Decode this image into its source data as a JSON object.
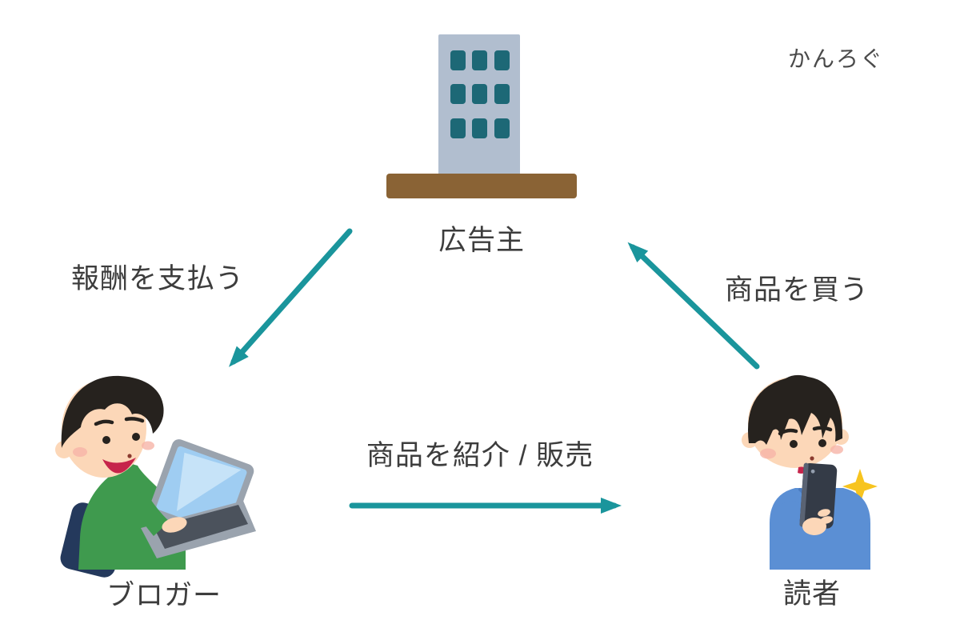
{
  "watermark": "かんろぐ",
  "nodes": {
    "advertiser": {
      "label": "広告主",
      "icon": "office-building-icon"
    },
    "blogger": {
      "label": "ブロガー",
      "icon": "blogger-at-laptop-icon"
    },
    "reader": {
      "label": "読者",
      "icon": "reader-with-smartphone-icon"
    }
  },
  "edges": {
    "pay": {
      "label": "報酬を支払う",
      "from": "advertiser",
      "to": "blogger"
    },
    "promote": {
      "label": "商品を紹介 / 販売",
      "from": "blogger",
      "to": "reader"
    },
    "buy": {
      "label": "商品を買う",
      "from": "reader",
      "to": "advertiser"
    }
  },
  "colors": {
    "background": "#ffffff",
    "arrow": "#1a959c",
    "text": "#3d3d3d",
    "watermark": "#4a4a4a",
    "building-body": "#b1becf",
    "building-window": "#1d6876",
    "ground": "#8a6335",
    "hair": "#26221e",
    "skin": "#fcd7b8",
    "blush": "#f6b4a8",
    "sweater-green": "#3f9a4e",
    "shirt-blue": "#5b8fd4",
    "chair-navy": "#24395c",
    "laptop-gray": "#9aa3ae",
    "laptop-screen": "#9fcdf2",
    "keyboard-dark": "#4b525c",
    "phone-dark": "#343b47",
    "phone-edge": "#5a6373",
    "sparkle-yellow": "#f7c41f",
    "mouth-red": "#c6254b"
  }
}
